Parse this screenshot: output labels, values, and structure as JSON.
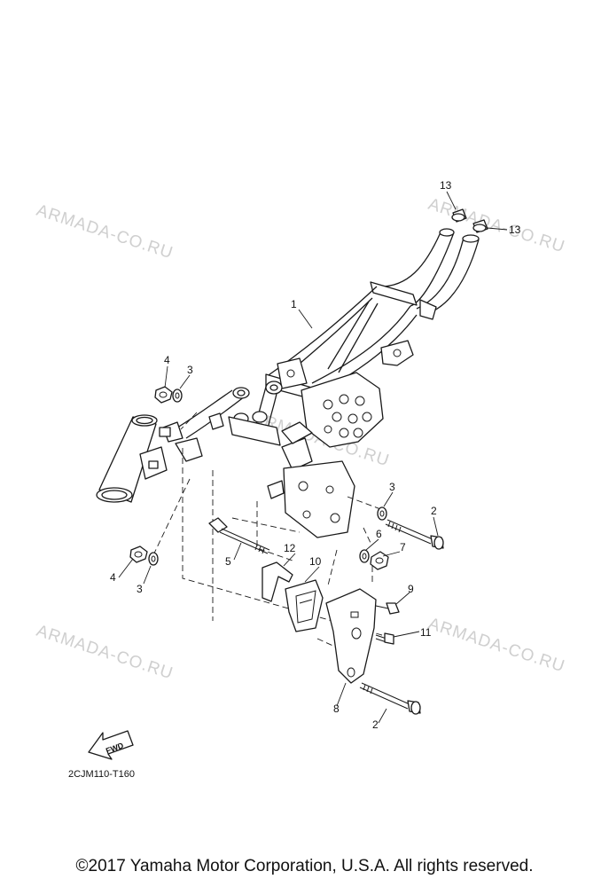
{
  "diagram_code": "2CJM110-T160",
  "copyright": "©2017 Yamaha Motor Corporation, U.S.A. All rights reserved.",
  "watermark": "ARMADA-CO.RU",
  "fwd_label": "FWD",
  "callouts": {
    "c1": "1",
    "c2a": "2",
    "c2b": "2",
    "c3a": "3",
    "c3b": "3",
    "c3c": "3",
    "c4a": "4",
    "c4b": "4",
    "c5": "5",
    "c6": "6",
    "c7": "7",
    "c8": "8",
    "c9": "9",
    "c10": "10",
    "c11": "11",
    "c12": "12",
    "c13a": "13",
    "c13b": "13"
  }
}
